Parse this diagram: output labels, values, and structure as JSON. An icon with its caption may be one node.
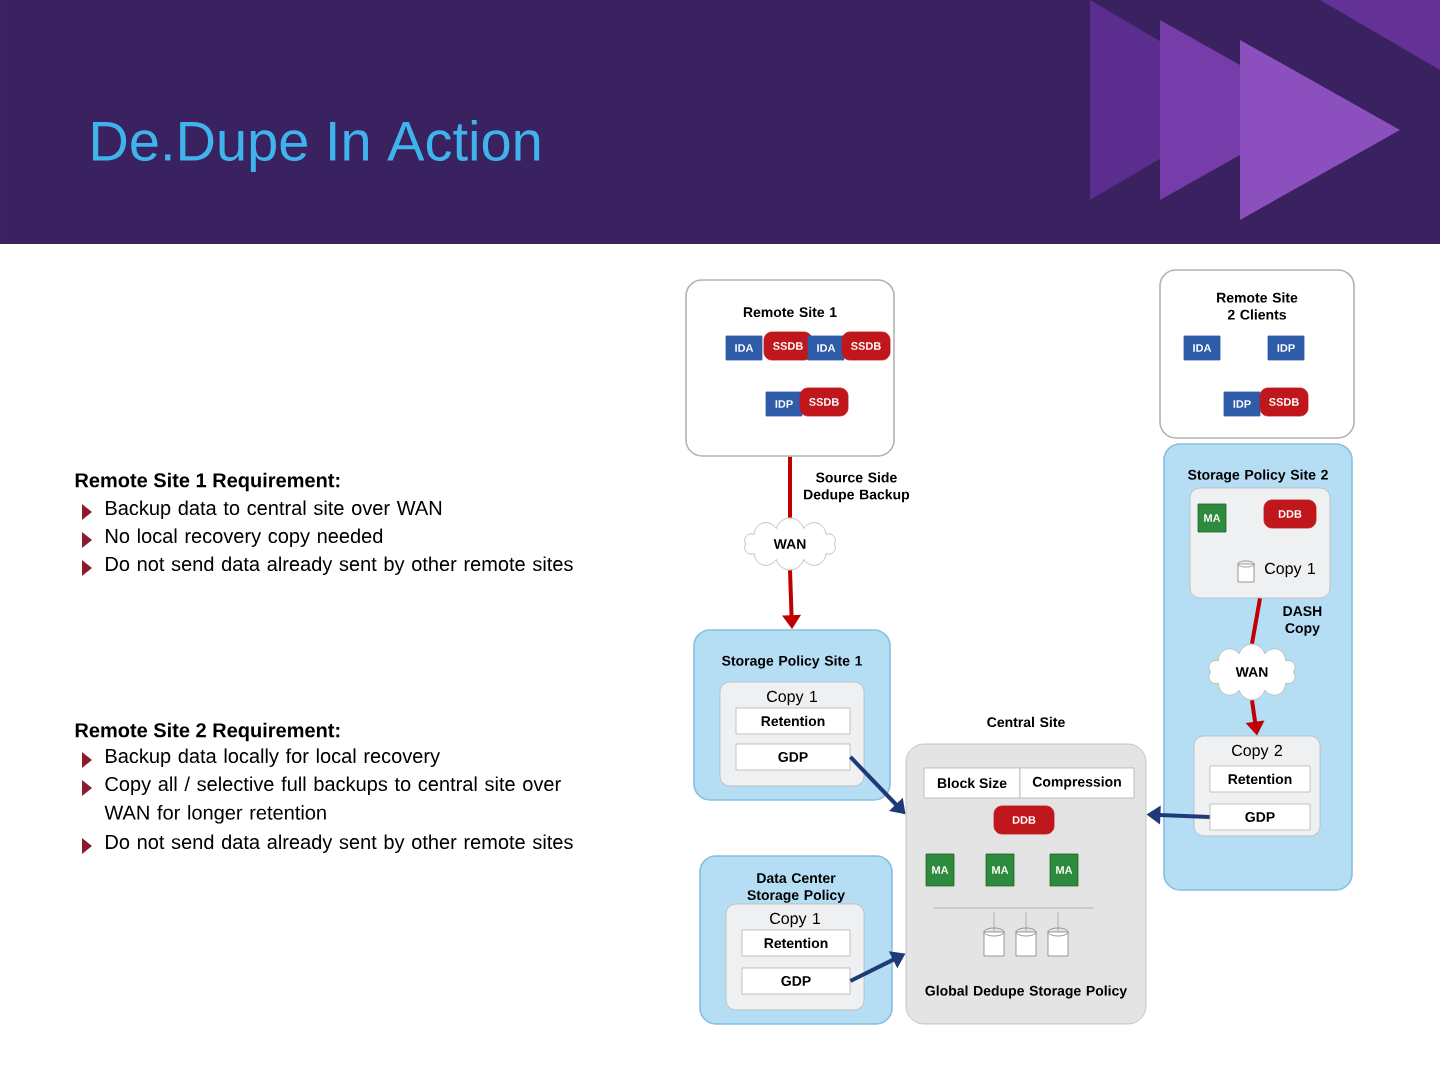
{
  "diagram": {
    "title": "De.Dupe In Action",
    "nodes": [
      {
        "text": [
          "Remote Site 1"
        ]
      },
      {
        "text": [
          "Remote Site 2 Clients"
        ]
      },
      {
        "text": [
          "IDA"
        ],
        "in": 0
      },
      {
        "text": [
          "SSDB"
        ],
        "in": 0
      },
      {
        "text": [
          "IDA"
        ],
        "in": 0
      },
      {
        "text": [
          "SSDB"
        ],
        "in": 0
      },
      {
        "text": [
          "IDP"
        ],
        "in": 0
      },
      {
        "text": [
          "SSDB"
        ],
        "in": 0
      },
      {
        "text": [
          "IDA"
        ],
        "in": 1
      },
      {
        "text": [
          "IDP"
        ],
        "in": 1
      },
      {
        "text": [
          "IDP"
        ],
        "in": 1
      },
      {
        "text": [
          "SSDB"
        ],
        "in": 1
      },
      {
        "text": [
          "WAN"
        ]
      },
      {
        "text": [
          "Storage Policy Site 1"
        ]
      },
      {
        "text": [
          "Copy 1"
        ],
        "in": 13
      },
      {
        "text": [
          "Retention"
        ],
        "in": 14
      },
      {
        "text": [
          "GDP"
        ],
        "in": 14
      },
      {
        "text": [
          "Storage Policy Site 2"
        ]
      },
      {
        "text": [
          "Copy 1"
        ],
        "in": 17
      },
      {
        "text": [
          "MA"
        ],
        "in": 18
      },
      {
        "text": [
          "DDB"
        ],
        "in": 18
      },
      {
        "text": [
          "WAN"
        ],
        "in": 17
      },
      {
        "text": [
          "Copy 2"
        ],
        "in": 17
      },
      {
        "text": [
          "Retention"
        ],
        "in": 22
      },
      {
        "text": [
          "GDP"
        ],
        "in": 22
      },
      {
        "text": [
          "Central Site",
          "Global Dedupe Storage Policy"
        ]
      },
      {
        "text": [
          "Block Size"
        ],
        "in": 25
      },
      {
        "text": [
          "Compression"
        ],
        "in": 25
      },
      {
        "text": [
          "DDB"
        ],
        "in": 25
      },
      {
        "text": [
          "MA"
        ],
        "in": 25
      },
      {
        "text": [
          "MA"
        ],
        "in": 25
      },
      {
        "text": [
          "MA"
        ],
        "in": 25
      },
      {
        "text": [
          "Data Center Storage Policy"
        ]
      },
      {
        "text": [
          "Copy 1"
        ],
        "in": 32
      },
      {
        "text": [
          "Retention"
        ],
        "in": 33
      },
      {
        "text": [
          "GDP"
        ],
        "in": 33
      }
    ],
    "edges": [
      {
        "from": 0,
        "to": 12,
        "arrow": "none",
        "label": "Source Side Dedupe Backup",
        "color": "#c00000"
      },
      {
        "from": 12,
        "to": 13,
        "arrow": "to",
        "color": "#c00000"
      },
      {
        "from": 18,
        "to": 21,
        "arrow": "none",
        "label": "DASH Copy",
        "color": "#c00000"
      },
      {
        "from": 21,
        "to": 22,
        "arrow": "to",
        "color": "#c00000"
      },
      {
        "from": 16,
        "to": 25,
        "arrow": "to",
        "color": "#1f3a78"
      },
      {
        "from": 35,
        "to": 25,
        "arrow": "to",
        "color": "#1f3a78"
      },
      {
        "from": 24,
        "to": 25,
        "arrow": "to",
        "color": "#1f3a78"
      }
    ],
    "labels": [
      "Remote Site 1 Requirement:",
      "Backup data to central site over WAN",
      "No local recovery copy needed",
      "Do not send data already sent by other remote sites",
      "Remote Site 2 Requirement:",
      "Backup data locally for local recovery",
      "Copy all / selective full backups to central site over WAN for longer retention",
      "Do not send data already sent by other remote sites"
    ]
  }
}
